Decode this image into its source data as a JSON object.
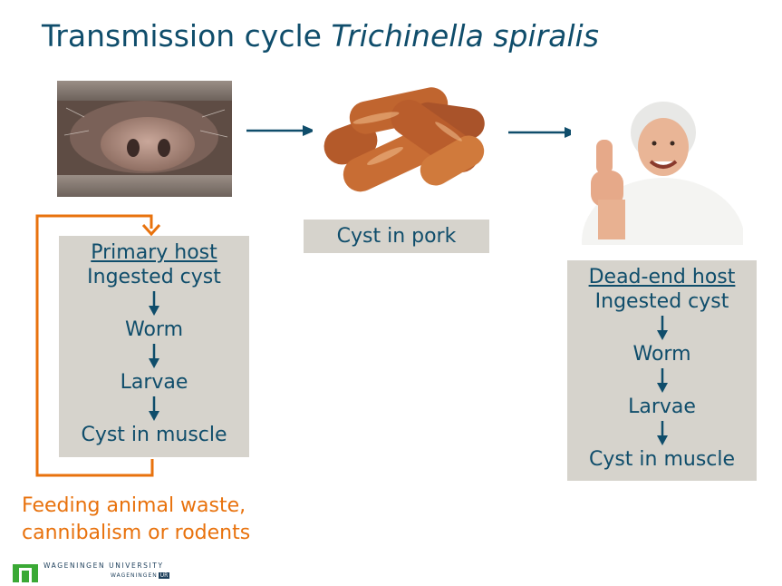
{
  "title": {
    "prefix": "Transmission cycle",
    "italic": "Trichinella spiralis"
  },
  "images": {
    "pig": "pig-snout-photo",
    "sausages": "sausages-photo",
    "woman": "elderly-woman-thumbs-up-photo"
  },
  "pork_box": {
    "label": "Cyst in pork"
  },
  "primary_host": {
    "heading": "Primary host",
    "steps": [
      "Ingested cyst",
      "Worm",
      "Larvae",
      "Cyst in muscle"
    ]
  },
  "dead_end_host": {
    "heading": "Dead-end host",
    "steps": [
      "Ingested cyst",
      "Worm",
      "Larvae",
      "Cyst in muscle"
    ]
  },
  "feeding_note": {
    "line1": "Feeding animal waste,",
    "line2": "cannibalism or rodents"
  },
  "logo": {
    "name": "WAGENINGEN UNIVERSITY",
    "sub": "WAGENINGEN",
    "badge": "UR"
  },
  "colors": {
    "title": "#0f4d6b",
    "arrow": "#0f4d6b",
    "box": "#d6d3cc",
    "orange": "#e8720d",
    "logo_green": "#3aa935"
  }
}
